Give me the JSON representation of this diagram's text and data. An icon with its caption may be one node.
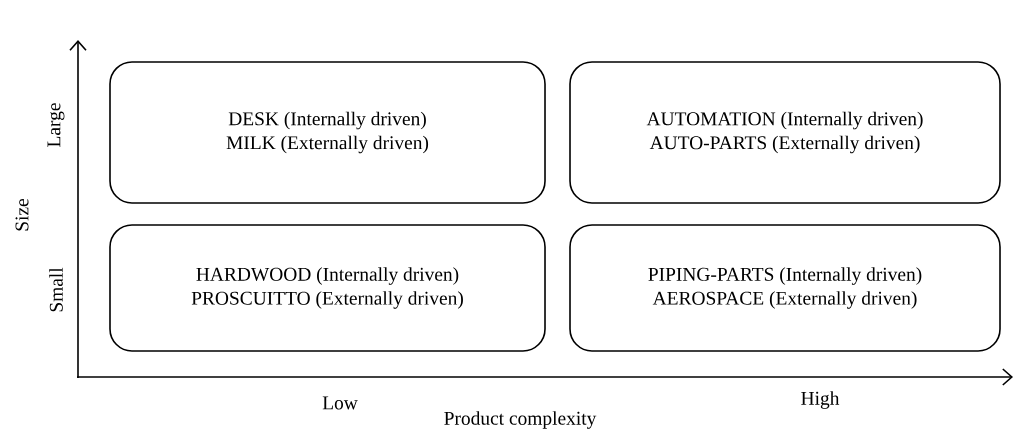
{
  "diagram": {
    "nodes": [
      {
        "text": [
          "DESK (Internally driven)",
          "MILK (Externally driven)"
        ]
      },
      {
        "text": [
          "AUTOMATION (Internally driven)",
          "AUTO-PARTS (Externally driven)"
        ]
      },
      {
        "text": [
          "HARDWOOD (Internally driven)",
          "PROSCUITTO (Externally driven)"
        ]
      },
      {
        "text": [
          "PIPING-PARTS (Internally driven)",
          "AEROSPACE (Externally driven)"
        ]
      }
    ],
    "labels": [
      "Large",
      "Size",
      "Small",
      "Low",
      "Product complexity",
      "High"
    ]
  }
}
